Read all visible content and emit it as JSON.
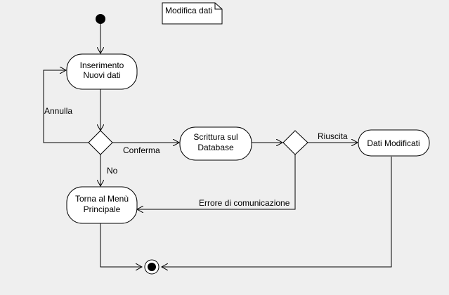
{
  "note": {
    "label": "Modifica dati"
  },
  "nodes": {
    "insert": {
      "lines": [
        "Inserimento",
        "Nuovi dati"
      ]
    },
    "write": {
      "lines": [
        "Scrittura sul",
        "Database"
      ]
    },
    "done": {
      "lines": [
        "Dati Modificati"
      ]
    },
    "menu": {
      "lines": [
        "Torna al Menù",
        "Principale"
      ]
    }
  },
  "edges": {
    "cancel": "Annulla",
    "confirm": "Conferma",
    "no": "No",
    "success": "Riuscita",
    "comm_error": "Errore di comunicazione"
  }
}
